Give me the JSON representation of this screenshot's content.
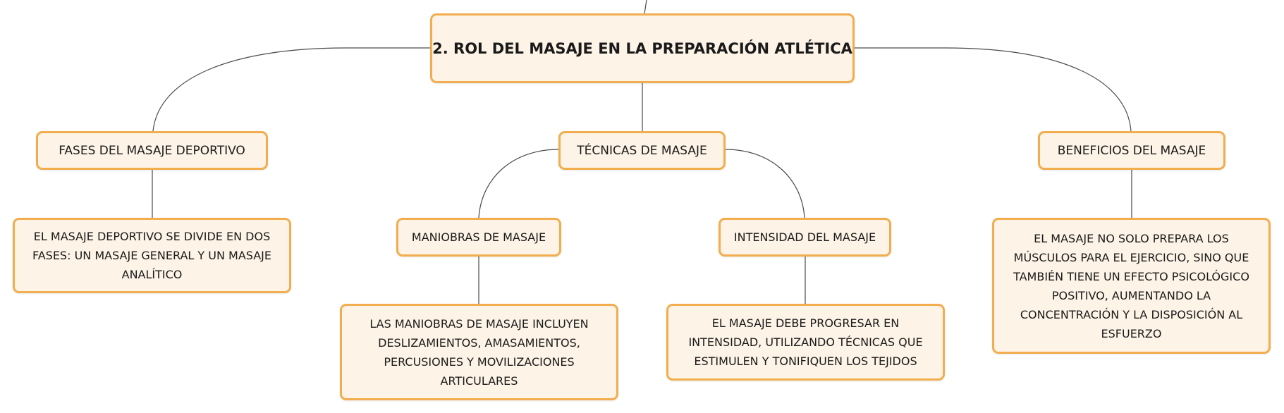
{
  "root": {
    "label": "2. ROL DEL MASAJE EN LA PREPARACIÓN ATLÉTICA"
  },
  "branches": {
    "fases": {
      "label": "FASES DEL MASAJE DEPORTIVO",
      "detail": "EL MASAJE DEPORTIVO SE DIVIDE EN DOS FASES: UN MASAJE GENERAL Y UN MASAJE ANALÍTICO"
    },
    "tecnicas": {
      "label": "TÉCNICAS DE MASAJE",
      "maniobras": {
        "label": "MANIOBRAS DE MASAJE",
        "detail": "LAS MANIOBRAS DE MASAJE INCLUYEN DESLIZAMIENTOS, AMASAMIENTOS, PERCUSIONES Y MOVILIZACIONES ARTICULARES"
      },
      "intensidad": {
        "label": "INTENSIDAD DEL MASAJE",
        "detail": "EL MASAJE DEBE PROGRESAR EN INTENSIDAD, UTILIZANDO TÉCNICAS QUE ESTIMULEN Y TONIFIQUEN LOS TEJIDOS"
      }
    },
    "beneficios": {
      "label": "BENEFICIOS DEL MASAJE",
      "detail": "EL MASAJE NO SOLO PREPARA LOS MÚSCULOS PARA EL EJERCICIO, SINO QUE TAMBIÉN TIENE UN EFECTO PSICOLÓGICO POSITIVO, AUMENTANDO LA CONCENTRACIÓN Y LA DISPOSICIÓN AL ESFUERZO"
    }
  },
  "colors": {
    "node_fill": "#fdf3e6",
    "node_border": "#f2ad4e",
    "connector": "#4a4a4a",
    "text": "#1a1a1a"
  }
}
